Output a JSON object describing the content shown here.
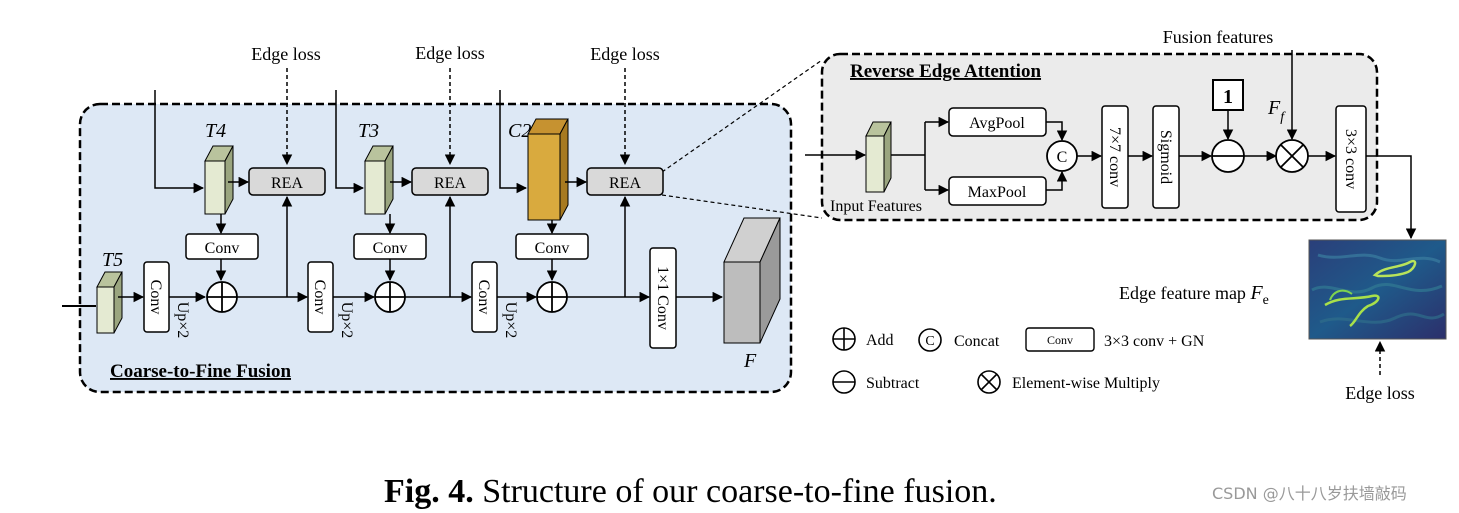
{
  "edge_loss_labels": [
    "Edge loss",
    "Edge loss",
    "Edge loss",
    "Edge loss"
  ],
  "stage_labels": {
    "t4": "T4",
    "t3": "T3",
    "c2": "C2",
    "t5": "T5",
    "f": "F"
  },
  "rea_label": "REA",
  "conv_label": "Conv",
  "upsample_label": "Up×2",
  "conv1x1_label": "1×1 Conv",
  "coarse_to_fine_title": "Coarse-to-Fine Fusion",
  "rea_panel": {
    "title": "Reverse Edge Attention",
    "input_features": "Input Features",
    "avgpool": "AvgPool",
    "maxpool": "MaxPool",
    "concat_symbol": "C",
    "conv7": "7×7 conv",
    "sigmoid": "Sigmoid",
    "one": "1",
    "ff_main": "F",
    "ff_sub": "f",
    "conv3": "3×3 conv"
  },
  "fusion_features": "Fusion features",
  "edge_feature_map": {
    "text": "Edge feature map ",
    "sym": "F",
    "sub": "e"
  },
  "legend": {
    "add": "Add",
    "concat_symbol": "C",
    "concat": "Concat",
    "conv_box": "Conv",
    "conv_desc": "3×3 conv + GN",
    "subtract": "Subtract",
    "multiply": "Element-wise Multiply"
  },
  "caption": {
    "bold": "Fig. 4.",
    "text": " Structure of our coarse-to-fine fusion."
  },
  "watermark": "CSDN @八十八岁扶墙敲码",
  "colors": {
    "panel_blue": "#dde8f5",
    "panel_grey": "#ebebeb",
    "rea_fill": "#d9d9d9",
    "feat_green": "#d7e0c0",
    "feat_gold": "#d9aa3e",
    "out_grey": "#bdbdbd"
  }
}
